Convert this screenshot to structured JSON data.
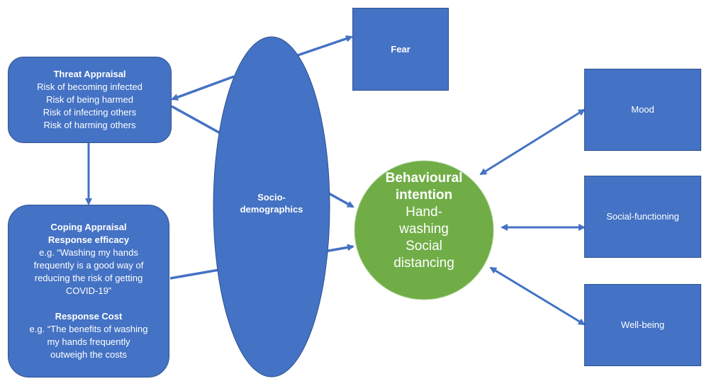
{
  "colors": {
    "node_fill": "#4472c4",
    "node_border": "#2f528f",
    "center_fill": "#70ad47",
    "arrow": "#4472c4",
    "text": "#ffffff"
  },
  "nodes": {
    "threat": {
      "title": "Threat Appraisal",
      "items": [
        "Risk of becoming infected",
        "Risk of being harmed",
        "Risk of infecting others",
        "Risk of harming others"
      ]
    },
    "coping": {
      "title": "Coping  Appraisal",
      "efficacy_title": "Response efficacy",
      "efficacy_lines": [
        "e.g. “Washing my hands",
        "frequently is a good way of",
        "reducing the risk of getting",
        "COVID-19”"
      ],
      "cost_title": "Response Cost",
      "cost_lines": [
        "e.g. “The benefits of washing",
        "my hands frequently",
        "outweigh the costs"
      ]
    },
    "socio": {
      "lines": [
        "Socio-",
        "demographics"
      ]
    },
    "fear": {
      "label": "Fear"
    },
    "behaviour": {
      "title_lines": [
        "Behavioural",
        "intention"
      ],
      "sub_lines": [
        "Hand-",
        "washing",
        "Social",
        "distancing"
      ]
    },
    "mood": {
      "label": "Mood"
    },
    "social": {
      "label": "Social-functioning"
    },
    "wellbeing": {
      "label": "Well-being"
    }
  },
  "edges": [
    {
      "from": "socio",
      "to": "fear",
      "type": "single"
    },
    {
      "from": "socio",
      "to": "threat",
      "type": "single"
    },
    {
      "from": "threat",
      "to": "behaviour",
      "type": "single"
    },
    {
      "from": "threat",
      "to": "coping",
      "type": "single"
    },
    {
      "from": "coping",
      "to": "behaviour",
      "type": "single"
    },
    {
      "from": "behaviour",
      "to": "mood",
      "type": "double"
    },
    {
      "from": "behaviour",
      "to": "social",
      "type": "double"
    },
    {
      "from": "behaviour",
      "to": "wellbeing",
      "type": "double"
    }
  ]
}
